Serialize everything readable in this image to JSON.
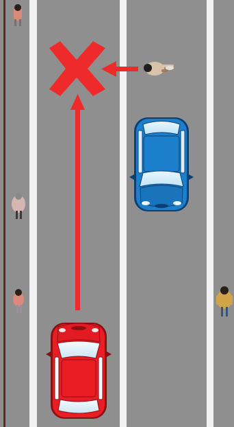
{
  "scene": {
    "road_color": "#8f8f90",
    "lane_line_color": "#f2f2f2",
    "curb_color": "#5a2b22",
    "arrow_color": "#ee2a2a",
    "x_mark_color": "#ee2a2a"
  },
  "vehicles": [
    {
      "name": "red-car",
      "color": "#ea1d25",
      "heading": "up"
    },
    {
      "name": "blue-car",
      "color": "#1c7fcb",
      "heading": "down"
    }
  ],
  "pedestrians": [
    {
      "name": "pedestrian-top-left",
      "shirt": "#d98a7a"
    },
    {
      "name": "pedestrian-crossing",
      "shirt": "#d8c3a8"
    },
    {
      "name": "pedestrian-sidewalk-mid",
      "shirt": "#d7b6b1"
    },
    {
      "name": "pedestrian-sidewalk-low",
      "shirt": "#d98a7a"
    },
    {
      "name": "pedestrian-right",
      "shirt": "#d3a34a"
    }
  ]
}
